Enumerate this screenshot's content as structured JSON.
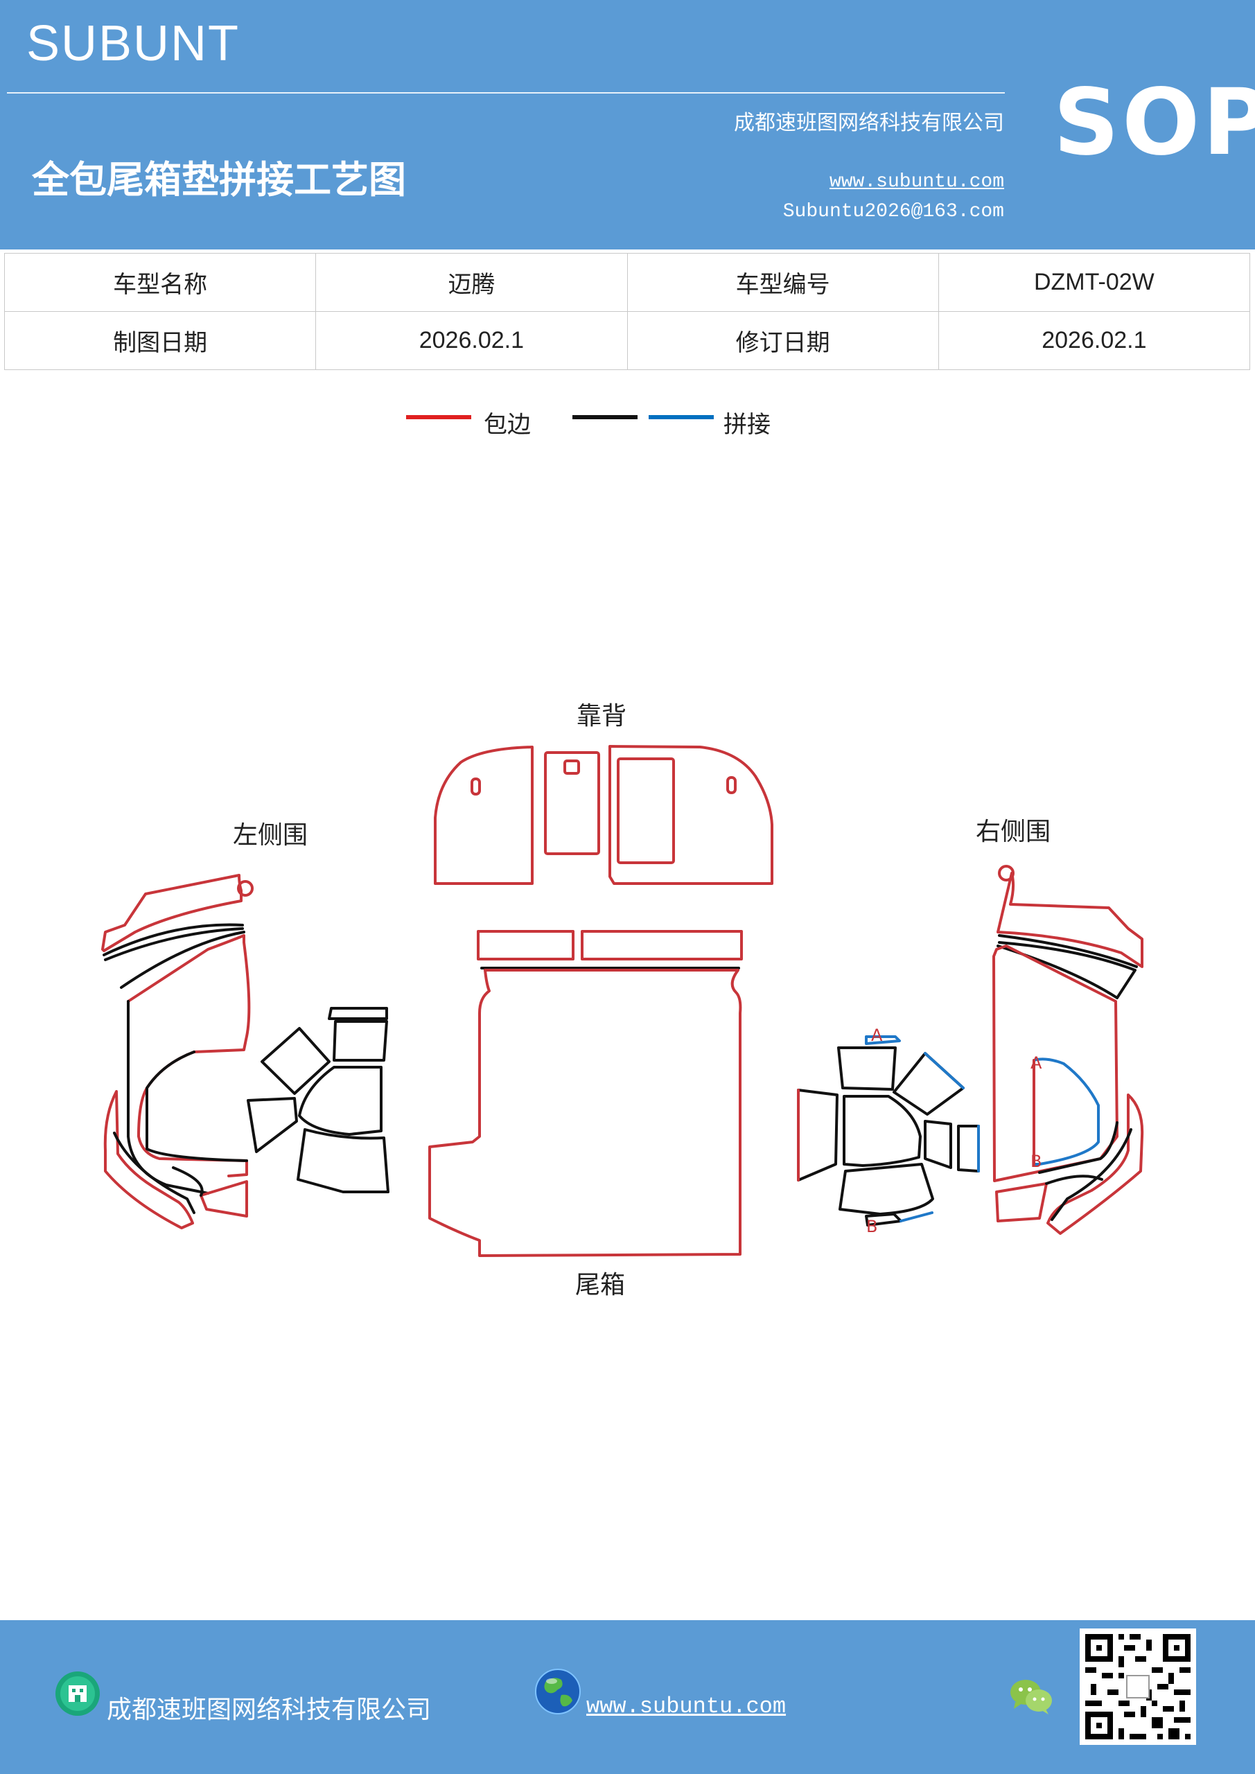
{
  "header": {
    "brand": "SUBUNT",
    "company": "成都速班图网络科技有限公司",
    "title": "全包尾箱垫拼接工艺图",
    "website": "www.subuntu.com",
    "email": "Subuntu2026@163.com",
    "badge": "SOP"
  },
  "info_table": {
    "rows": [
      {
        "label1": "车型名称",
        "value1": "迈腾",
        "label2": "车型编号",
        "value2": "DZMT-02W"
      },
      {
        "label1": "制图日期",
        "value1": "2026.02.1",
        "label2": "修订日期",
        "value2": "2026.02.1"
      }
    ]
  },
  "legend": {
    "items": [
      {
        "label": "包边",
        "colors": [
          "#e02020"
        ]
      },
      {
        "label": "拼接",
        "colors": [
          "#111111",
          "#0070c0"
        ]
      }
    ]
  },
  "diagram": {
    "labels": {
      "backrest": "靠背",
      "trunk": "尾箱",
      "left_side": "左侧围",
      "right_side": "右侧围"
    },
    "markers": {
      "a": "A",
      "b": "B"
    },
    "colors": {
      "edge": "#c8353a",
      "seam": "#111111",
      "splice": "#1f78c8"
    }
  },
  "footer": {
    "company": "成都速班图网络科技有限公司",
    "website": "www.subuntu.com",
    "icons": [
      "building-icon",
      "globe-icon",
      "wechat-icon",
      "qr-code"
    ]
  }
}
